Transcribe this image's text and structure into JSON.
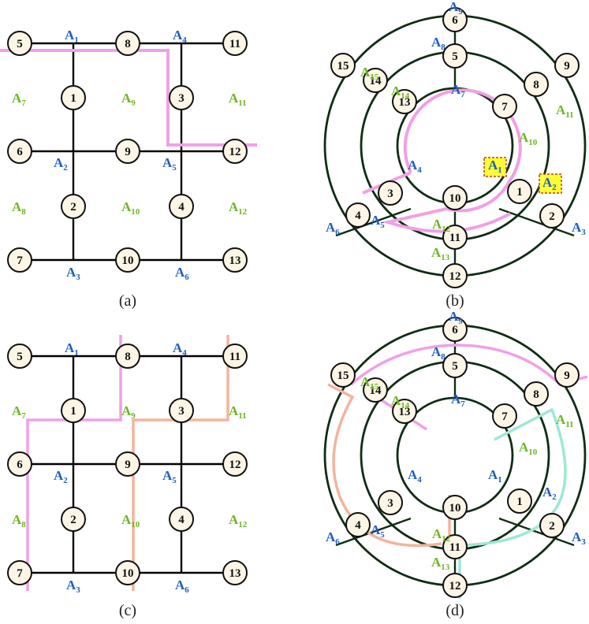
{
  "colors": {
    "line": "#000000",
    "ring": "#0f2d14",
    "node_fill": "#fdf6e6",
    "blue_label": "#1f5fbf",
    "green_label": "#6fb526",
    "pink": "#f0a0e6",
    "salmon": "#f4b49c",
    "teal": "#9de8d4",
    "highlight_fill": "#ffff33",
    "highlight_border": "#c0392b"
  },
  "captions": {
    "a": "(a)",
    "b": "(b)",
    "c": "(c)",
    "d": "(d)"
  },
  "grid_panel": {
    "nodes": [
      "5",
      "8",
      "11",
      "1",
      "3",
      "6",
      "9",
      "12",
      "2",
      "4",
      "7",
      "10",
      "13"
    ],
    "blue_labels": [
      "1",
      "4",
      "2",
      "5",
      "3",
      "6"
    ],
    "green_labels": [
      "7",
      "9",
      "11",
      "8",
      "10",
      "12"
    ]
  },
  "ring_panel": {
    "nodes": [
      "6",
      "5",
      "15",
      "9",
      "14",
      "8",
      "13",
      "7",
      "1",
      "10",
      "3",
      "4",
      "2",
      "11",
      "12"
    ],
    "blue_labels": [
      "9",
      "8",
      "7",
      "4",
      "5",
      "6",
      "1",
      "2",
      "3"
    ],
    "green_labels": [
      "15",
      "14",
      "11",
      "10",
      "12",
      "13"
    ]
  }
}
